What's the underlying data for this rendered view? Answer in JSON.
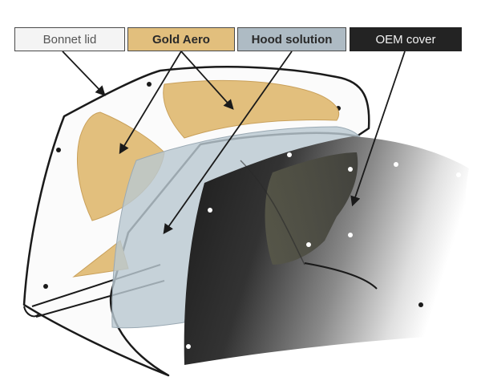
{
  "legend": {
    "bonnet_lid": "Bonnet lid",
    "gold_aero": "Gold Aero",
    "hood_solution": "Hood solution",
    "oem_cover": "OEM cover"
  },
  "colors": {
    "bonnet_lid": "#f4f4f4",
    "gold_aero": "#e2bf7d",
    "hood_solution": "#aebbc4",
    "oem_cover": "#232323",
    "outline": "#222222"
  }
}
